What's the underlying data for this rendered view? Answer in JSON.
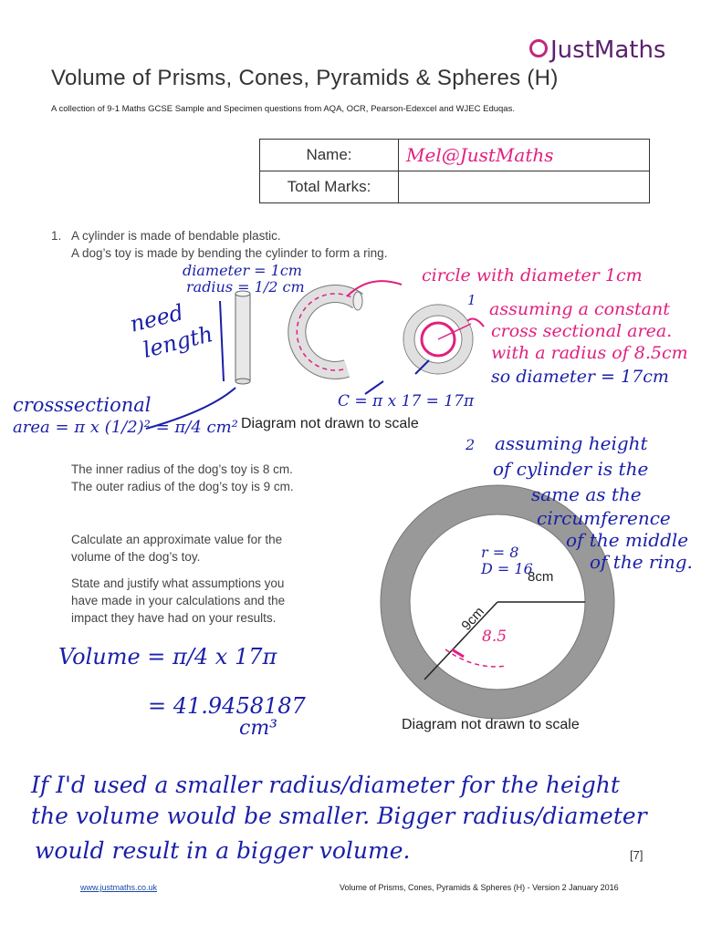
{
  "header": {
    "logo_text": "JustMaths",
    "title": "Volume of Prisms, Cones, Pyramids & Spheres (H)",
    "subtitle": "A collection of 9-1 Maths GCSE Sample and Specimen questions from AQA, OCR, Pearson-Edexcel and WJEC Eduqas."
  },
  "info_table": {
    "name_label": "Name:",
    "name_value": "Mel@JustMaths",
    "marks_label": "Total Marks:",
    "marks_value": ""
  },
  "question": {
    "number": "1.",
    "line1": "A cylinder is made of bendable plastic.",
    "line2": "A dog’s toy is made by bending the cylinder to form a ring.",
    "inner": "The inner radius of the dog’s toy is 8 cm.",
    "outer": "The outer radius of the dog’s toy is 9 cm.",
    "calc1": "Calculate an approximate value for the",
    "calc2": "volume of the dog’s toy.",
    "state1": "State and justify what assumptions you",
    "state2": "have made in your calculations and the",
    "state3": "impact they have had on your results.",
    "caption1": "Diagram not drawn to scale",
    "caption2": "Diagram not drawn to scale",
    "ring_label_8": "8cm",
    "ring_label_9": "9cm",
    "marks": "[7]"
  },
  "handwriting": {
    "diameter": "diameter = 1cm",
    "radius": "radius = 1/2 cm",
    "need": "need",
    "length": "length",
    "cross1": "crosssectional",
    "cross2": "area = π x (1/2)² = π/4 cm²",
    "circle_note": "circle with diameter 1cm",
    "assume1_num": "1",
    "assume1_a": "assuming a constant",
    "assume1_b": "cross sectional area.",
    "assume1_c": "with a radius of 8.5cm",
    "assume1_d": "so diameter = 17cm",
    "circumference": "C = π x 17 = 17π",
    "assume2_num": "2",
    "assume2_a": "assuming height",
    "assume2_b": "of cylinder is the",
    "assume2_c": "same as the",
    "assume2_d": "circumference",
    "assume2_e": "of the middle",
    "assume2_f": "of the ring.",
    "r8": "r = 8",
    "d16": "D = 16",
    "r85": "8.5",
    "volume1": "Volume = π/4 x 17π",
    "volume2": "= 41.9458187",
    "volume3": "cm³",
    "concl1": "If I'd used a smaller radius/diameter for the height",
    "concl2": "the volume would be smaller. Bigger radius/diameter",
    "concl3": "would result in a bigger volume."
  },
  "footer": {
    "url": "www.justmaths.co.uk",
    "doc": "Volume of Prisms, Cones, Pyramids & Spheres (H) - Version 2 January 2016"
  }
}
